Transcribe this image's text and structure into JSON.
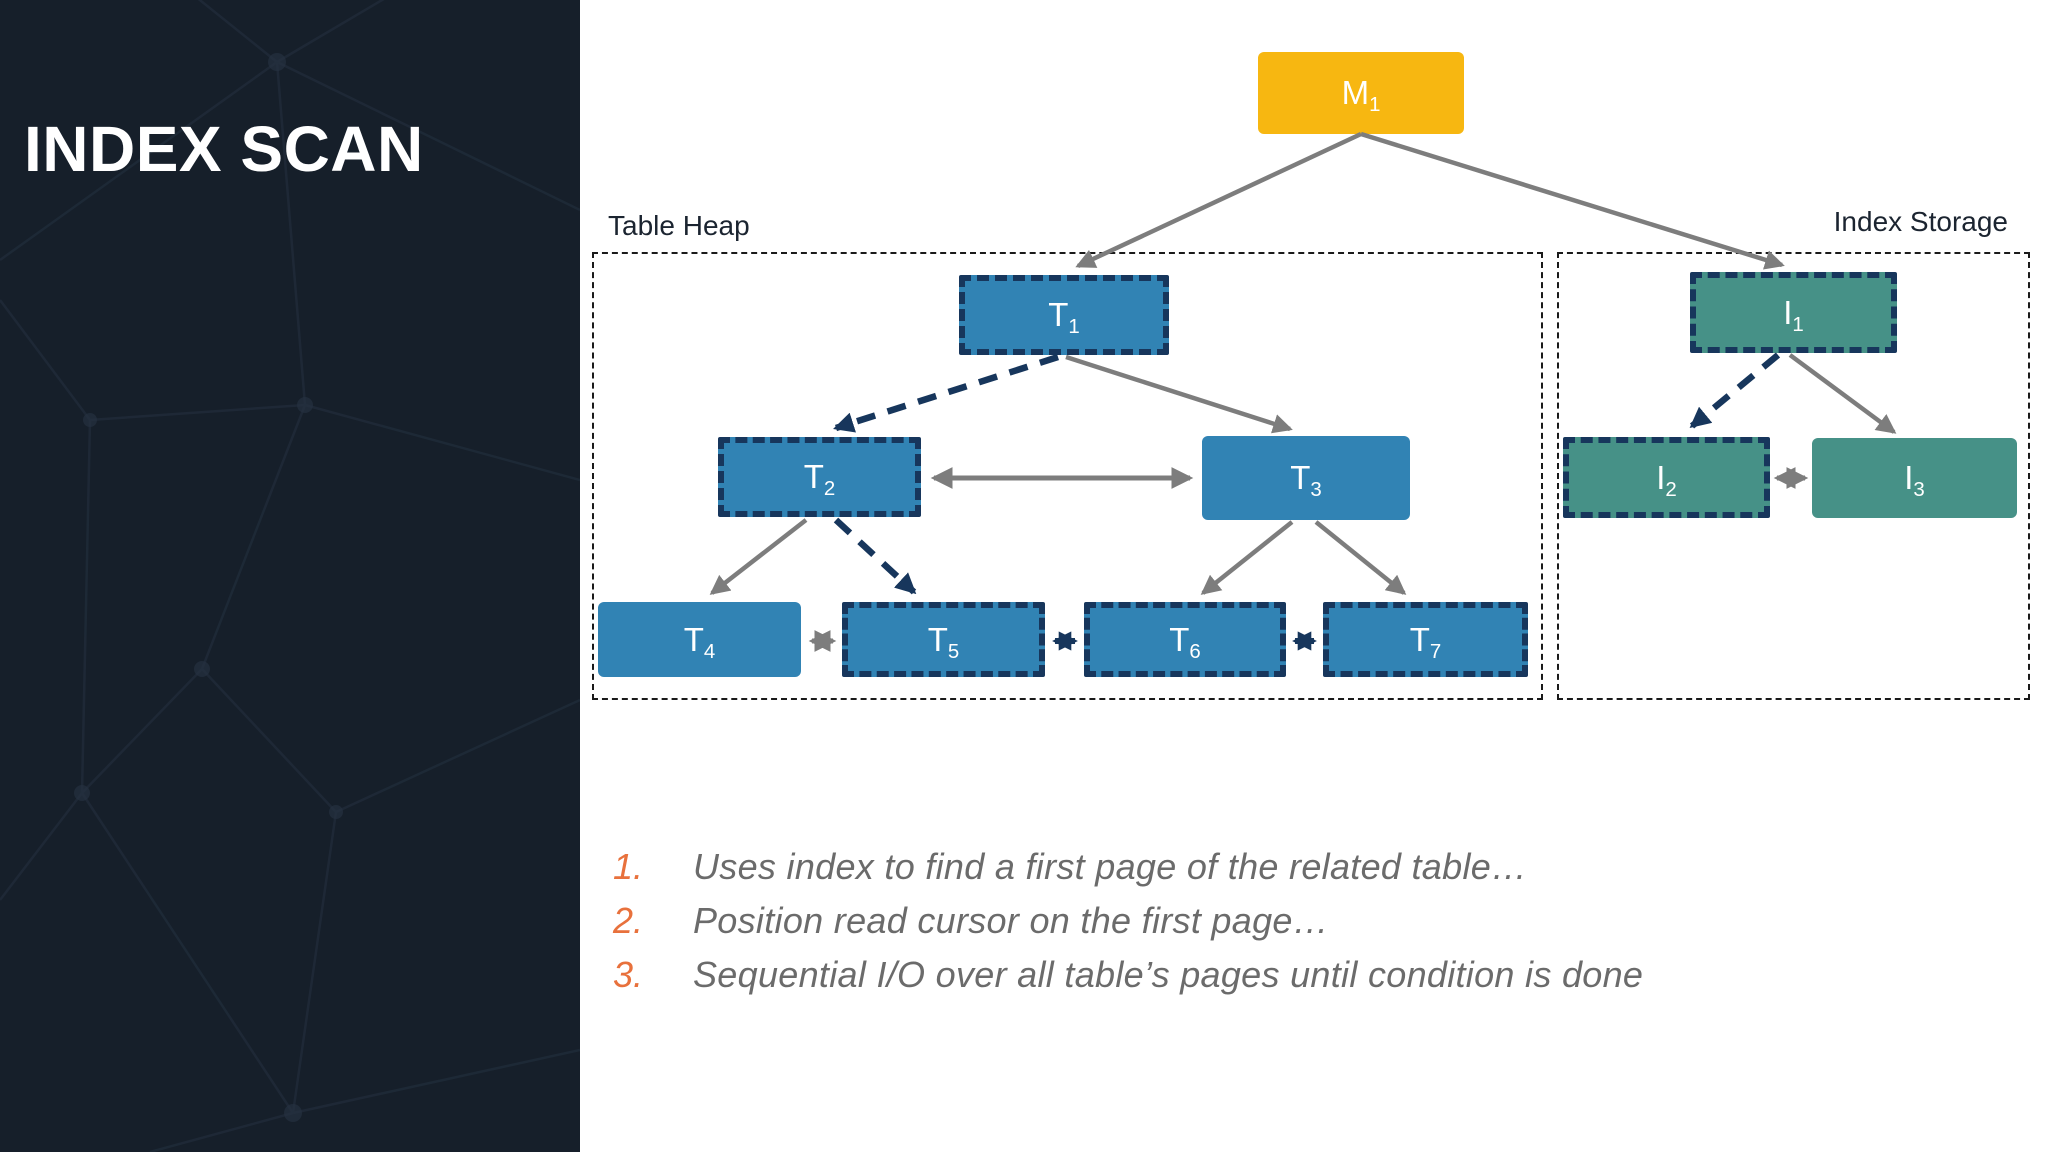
{
  "colors": {
    "yellow": "#F7B711",
    "blue": "#3183B4",
    "teal": "#469187",
    "navy_dash": "#17365C",
    "arrow_gray": "#7D7D7D",
    "list_orange": "#E8713C",
    "list_gray": "#6B6B6B",
    "sidebar_bg": "#161F2A"
  },
  "sidebar": {
    "title": "INDEX SCAN"
  },
  "diagram": {
    "root": {
      "base": "M",
      "sub": "1"
    },
    "table_heap": {
      "label": "Table Heap",
      "nodes": [
        {
          "base": "T",
          "sub": "1"
        },
        {
          "base": "T",
          "sub": "2"
        },
        {
          "base": "T",
          "sub": "3"
        },
        {
          "base": "T",
          "sub": "4"
        },
        {
          "base": "T",
          "sub": "5"
        },
        {
          "base": "T",
          "sub": "6"
        },
        {
          "base": "T",
          "sub": "7"
        }
      ]
    },
    "index_storage": {
      "label": "Index Storage",
      "nodes": [
        {
          "base": "I",
          "sub": "1"
        },
        {
          "base": "I",
          "sub": "2"
        },
        {
          "base": "I",
          "sub": "3"
        }
      ]
    }
  },
  "steps": {
    "items": [
      {
        "number": "1.",
        "text": "Uses index to find a first page of the related table…"
      },
      {
        "number": "2.",
        "text": "Position read cursor on the first page…"
      },
      {
        "number": "3.",
        "text": "Sequential I/O over all table’s pages until condition is done"
      }
    ]
  }
}
